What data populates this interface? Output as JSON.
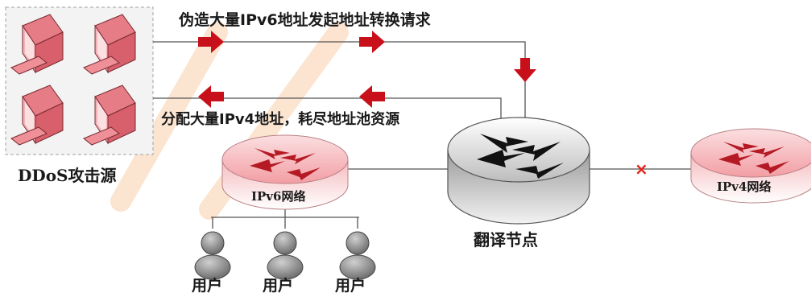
{
  "labels": {
    "forge_request": "伪造大量IPv6地址发起地址转换请求",
    "allocate_exhaust": "分配大量IPv4地址，耗尽地址池资源",
    "ddos_source": "DDoS攻击源",
    "ipv6_network": "IPv6网络",
    "translation_node": "翻译节点",
    "ipv4_network": "IPv4网络",
    "users": [
      "用户",
      "用户",
      "用户"
    ],
    "blocked_marker": "×"
  },
  "colors": {
    "attack_arrow": "#c8101a",
    "router_pink": "#f2a9ad",
    "router_gray": "#c9c9c9",
    "computer_pink": "#ef8f97",
    "line": "#555555",
    "block_x": "#e0241b",
    "watermark": "#f5b37a"
  },
  "icons": [
    "computer-icon",
    "router-icon",
    "translation-router-icon",
    "user-icon",
    "right-arrow-icon",
    "left-arrow-icon",
    "down-arrow-icon"
  ]
}
